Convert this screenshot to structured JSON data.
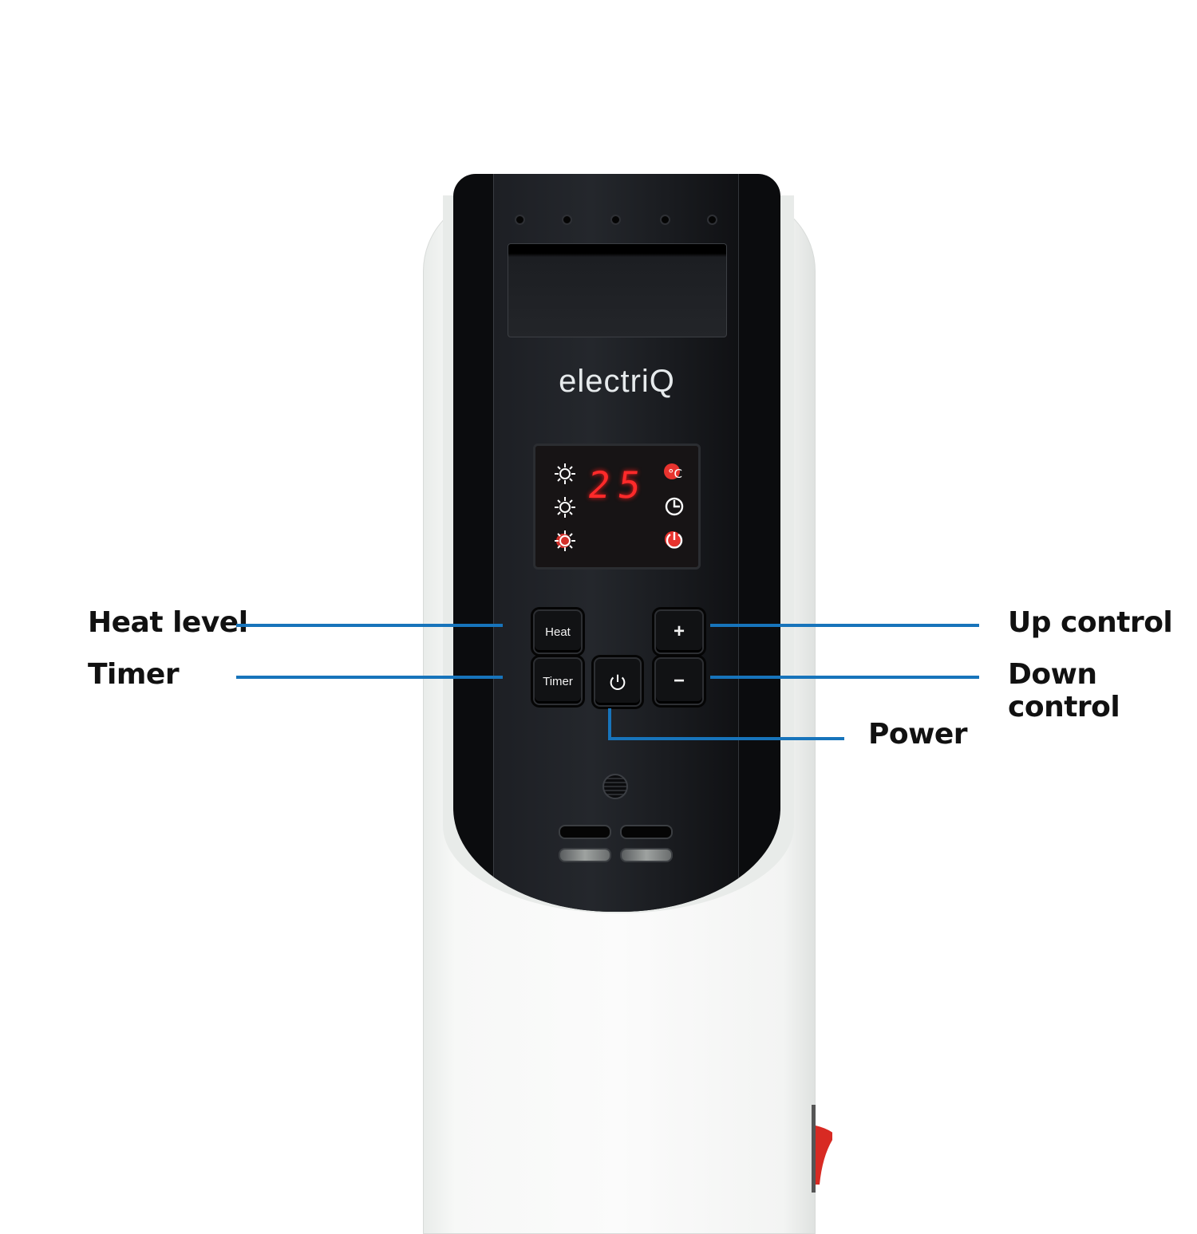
{
  "product": {
    "brand_logo": "electriQ",
    "type": "oil-filled radiator heater",
    "body_color": "#f7f8f7",
    "panel_color": "#0b0c0e"
  },
  "display": {
    "temperature_value": "25",
    "digit_color": "#ff2a2a",
    "left_icons": [
      {
        "name": "heat-level-1-icon",
        "active": false
      },
      {
        "name": "heat-level-2-icon",
        "active": false
      },
      {
        "name": "heat-level-3-icon",
        "active": true
      }
    ],
    "right_icons": [
      {
        "name": "celsius-icon",
        "label": "°C",
        "active": true
      },
      {
        "name": "clock-icon",
        "active": false
      },
      {
        "name": "power-indicator-icon",
        "active": true
      }
    ]
  },
  "buttons": {
    "heat": "Heat",
    "timer": "Timer",
    "plus": "+",
    "minus": "−",
    "power_icon": "power-icon"
  },
  "callouts": {
    "heat_level": "Heat level",
    "timer": "Timer",
    "up_control": "Up control",
    "down_control": "Down control",
    "power": "Power",
    "line_color": "#1774bb"
  }
}
